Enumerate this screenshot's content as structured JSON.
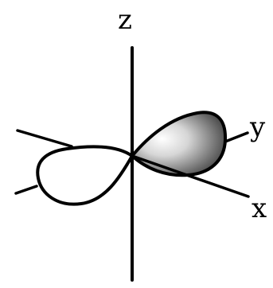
{
  "diagram": {
    "labels": {
      "z": "z",
      "y": "y",
      "x": "x"
    },
    "colors": {
      "stroke": "#000000",
      "background": "#ffffff",
      "lobe_highlight": "#ffffff",
      "lobe_shadow": "#2a2a2a"
    }
  }
}
